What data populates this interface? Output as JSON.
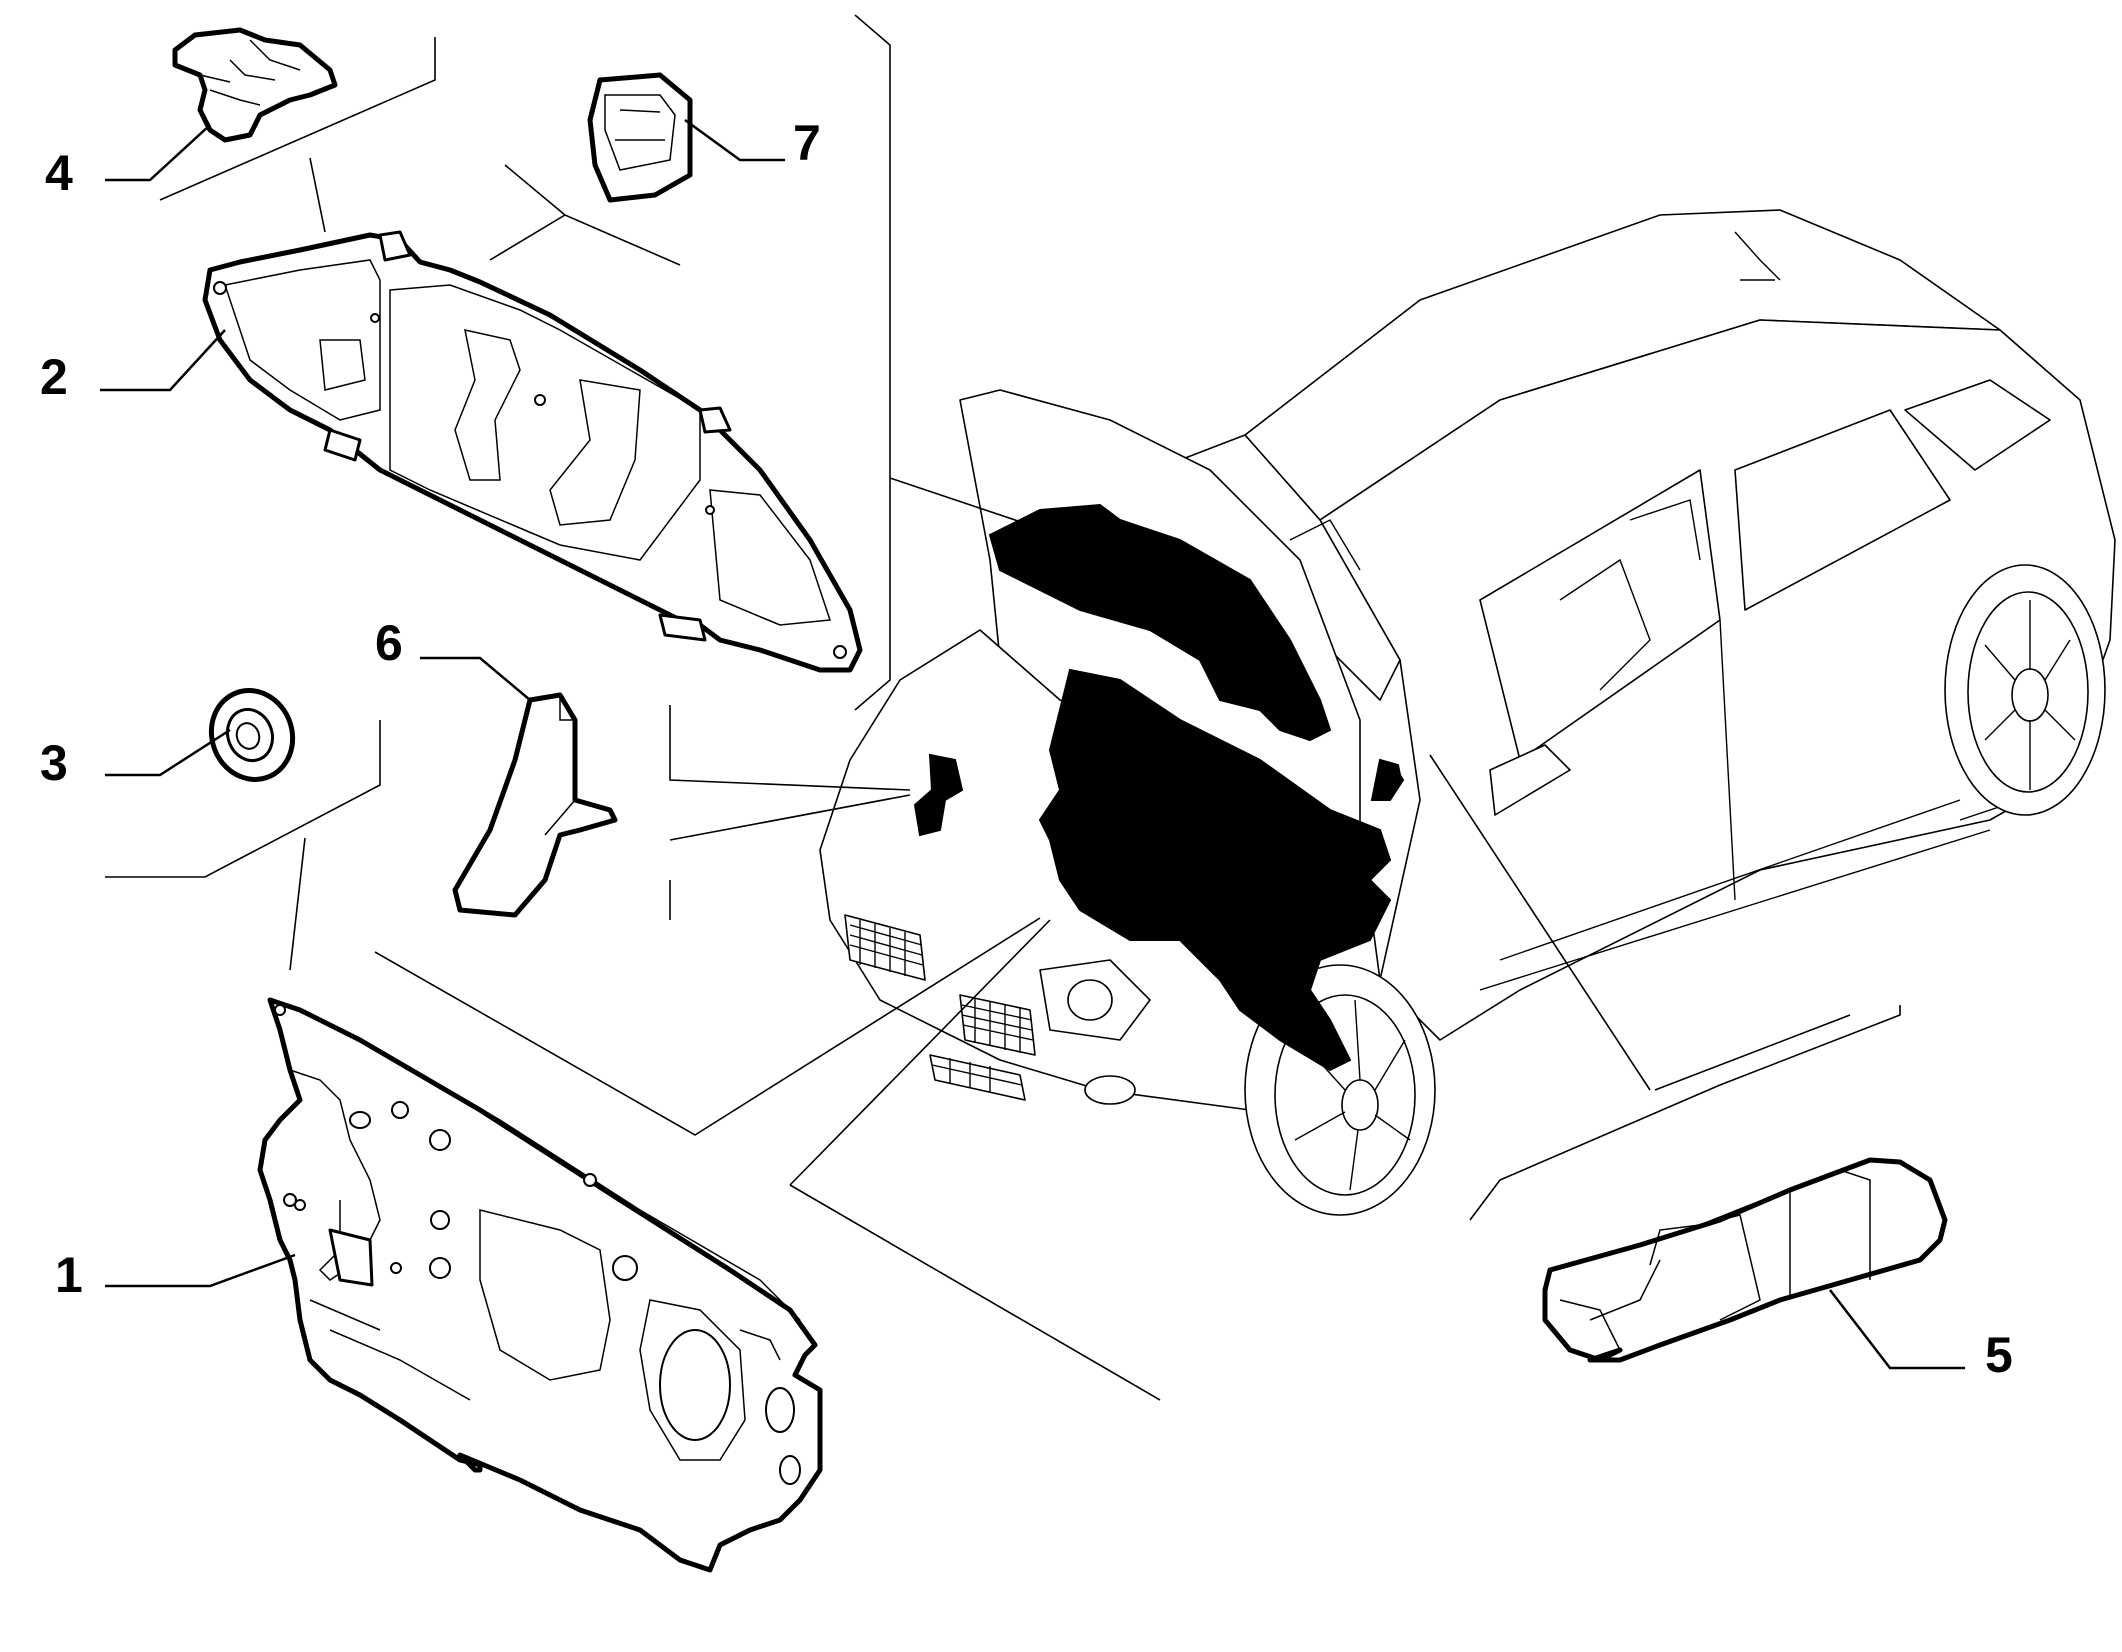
{
  "callouts": [
    {
      "id": 1,
      "label": "1"
    },
    {
      "id": 2,
      "label": "2"
    },
    {
      "id": 3,
      "label": "3"
    },
    {
      "id": 4,
      "label": "4"
    },
    {
      "id": 5,
      "label": "5"
    },
    {
      "id": 6,
      "label": "6"
    },
    {
      "id": 7,
      "label": "7"
    }
  ],
  "colors": {
    "ink": "#000000",
    "paper": "#ffffff"
  }
}
